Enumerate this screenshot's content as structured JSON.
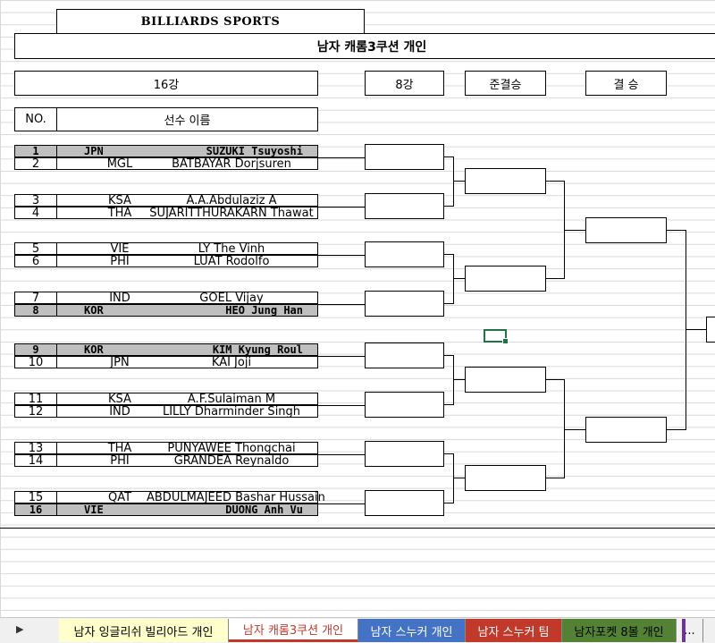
{
  "sheet_title": "BILLIARDS SPORTS",
  "event_title": "남자 캐롬3쿠션 개인",
  "round_headers": {
    "r16": "16강",
    "qf": "8강",
    "sf": "준결승",
    "final": "결 승"
  },
  "columns": {
    "no": "NO.",
    "name": "선수 이름"
  },
  "players": [
    {
      "no": "1",
      "country": "JPN",
      "name": "SUZUKI Tsuyoshi"
    },
    {
      "no": "2",
      "country": "MGL",
      "name": "BATBAYAR Dorjsuren"
    },
    {
      "no": "3",
      "country": "KSA",
      "name": "A.A.Abdulaziz A"
    },
    {
      "no": "4",
      "country": "THA",
      "name": "SUJARITTHURAKARN Thawat"
    },
    {
      "no": "5",
      "country": "VIE",
      "name": "LY The Vinh"
    },
    {
      "no": "6",
      "country": "PHI",
      "name": "LUAT Rodolfo"
    },
    {
      "no": "7",
      "country": "IND",
      "name": "GOEL Vijay"
    },
    {
      "no": "8",
      "country": "KOR",
      "name": "HEO Jung Han"
    },
    {
      "no": "9",
      "country": "KOR",
      "name": "KIM Kyung Roul"
    },
    {
      "no": "10",
      "country": "JPN",
      "name": "KAI Joji"
    },
    {
      "no": "11",
      "country": "KSA",
      "name": "A.F.Sulaiman M"
    },
    {
      "no": "12",
      "country": "IND",
      "name": "LILLY Dharminder Singh"
    },
    {
      "no": "13",
      "country": "THA",
      "name": "PUNYAWEE Thongchai"
    },
    {
      "no": "14",
      "country": "PHI",
      "name": "GRANDEA Reynaldo"
    },
    {
      "no": "15",
      "country": "QAT",
      "name": "ABDULMAJEED Bashar Hussain"
    },
    {
      "no": "16",
      "country": "VIE",
      "name": "DUONG Anh Vu"
    }
  ],
  "tabs": [
    {
      "label": "남자 잉글리쉬 빌리아드 개인",
      "color": "#ffffcc"
    },
    {
      "label": "남자 캐롬3쿠션 개인",
      "color": "#ffd9d9"
    },
    {
      "label": "남자 스누커 개인",
      "color": "#4472c4"
    },
    {
      "label": "남자 스누커 팀",
      "color": "#c0392b"
    },
    {
      "label": "남자포켓 8볼 개인",
      "color": "#548235"
    },
    {
      "label": "...",
      "color": "#f0f0f0"
    }
  ]
}
